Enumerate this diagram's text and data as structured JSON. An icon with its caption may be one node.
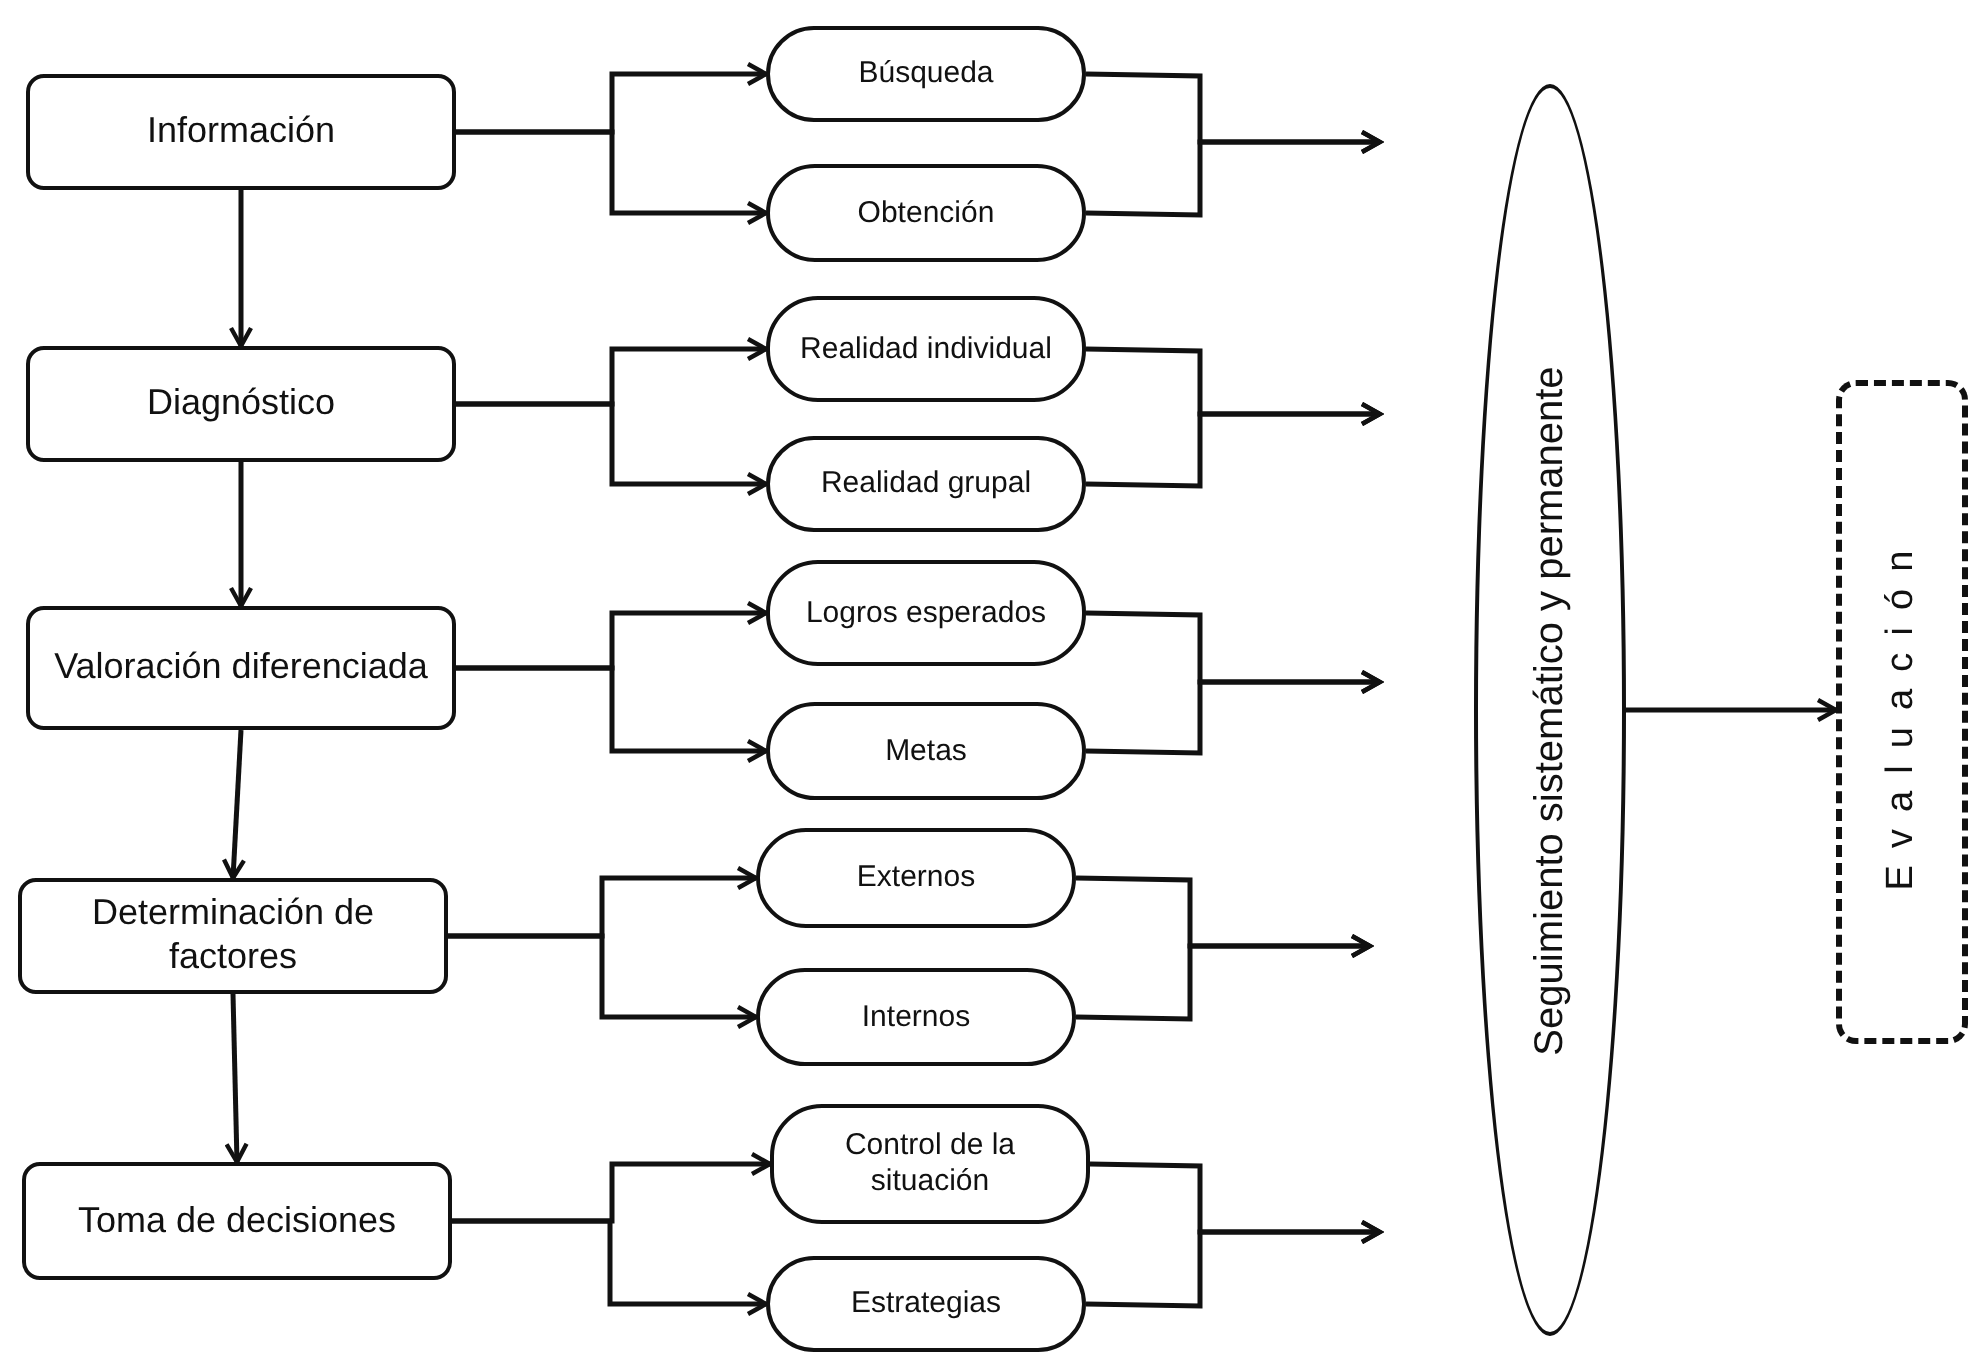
{
  "diagram": {
    "nodes": [
      {
        "text": [
          "Información"
        ]
      },
      {
        "text": [
          "Búsqueda"
        ]
      },
      {
        "text": [
          "Obtención"
        ]
      },
      {
        "text": [
          "Diagnóstico"
        ]
      },
      {
        "text": [
          "Realidad individual"
        ]
      },
      {
        "text": [
          "Realidad grupal"
        ]
      },
      {
        "text": [
          "Valoración diferenciada"
        ]
      },
      {
        "text": [
          "Logros esperados"
        ]
      },
      {
        "text": [
          "Metas"
        ]
      },
      {
        "text": [
          "Determinación de factores"
        ]
      },
      {
        "text": [
          "Externos"
        ]
      },
      {
        "text": [
          "Internos"
        ]
      },
      {
        "text": [
          "Toma de decisiones"
        ]
      },
      {
        "text": [
          "Control de la situación"
        ]
      },
      {
        "text": [
          "Estrategias"
        ]
      },
      {
        "text": [
          "Seguimiento sistemático y permanente"
        ]
      },
      {
        "text": [
          "Evaluación"
        ]
      }
    ],
    "edges": [
      {
        "from": 0,
        "to": 3,
        "arrow": "to"
      },
      {
        "from": 3,
        "to": 6,
        "arrow": "to"
      },
      {
        "from": 6,
        "to": 9,
        "arrow": "to"
      },
      {
        "from": 9,
        "to": 12,
        "arrow": "to"
      },
      {
        "from": 0,
        "to": 1,
        "arrow": "to"
      },
      {
        "from": 0,
        "to": 2,
        "arrow": "to"
      },
      {
        "from": 1,
        "to": null,
        "arrow": "to"
      },
      {
        "from": 2,
        "to": null,
        "arrow": "to"
      },
      {
        "from": 3,
        "to": 4,
        "arrow": "to"
      },
      {
        "from": 3,
        "to": 5,
        "arrow": "to"
      },
      {
        "from": 4,
        "to": null,
        "arrow": "to"
      },
      {
        "from": 5,
        "to": null,
        "arrow": "to"
      },
      {
        "from": 6,
        "to": 7,
        "arrow": "to"
      },
      {
        "from": 6,
        "to": 8,
        "arrow": "to"
      },
      {
        "from": 7,
        "to": null,
        "arrow": "to"
      },
      {
        "from": 8,
        "to": null,
        "arrow": "to"
      },
      {
        "from": 9,
        "to": 10,
        "arrow": "to"
      },
      {
        "from": 9,
        "to": 11,
        "arrow": "to"
      },
      {
        "from": 10,
        "to": null,
        "arrow": "to"
      },
      {
        "from": 11,
        "to": null,
        "arrow": "to"
      },
      {
        "from": 12,
        "to": 13,
        "arrow": "to"
      },
      {
        "from": 12,
        "to": 14,
        "arrow": "to"
      },
      {
        "from": 13,
        "to": null,
        "arrow": "to"
      },
      {
        "from": 14,
        "to": null,
        "arrow": "to"
      },
      {
        "from": 15,
        "to": 16,
        "arrow": "to"
      }
    ]
  }
}
